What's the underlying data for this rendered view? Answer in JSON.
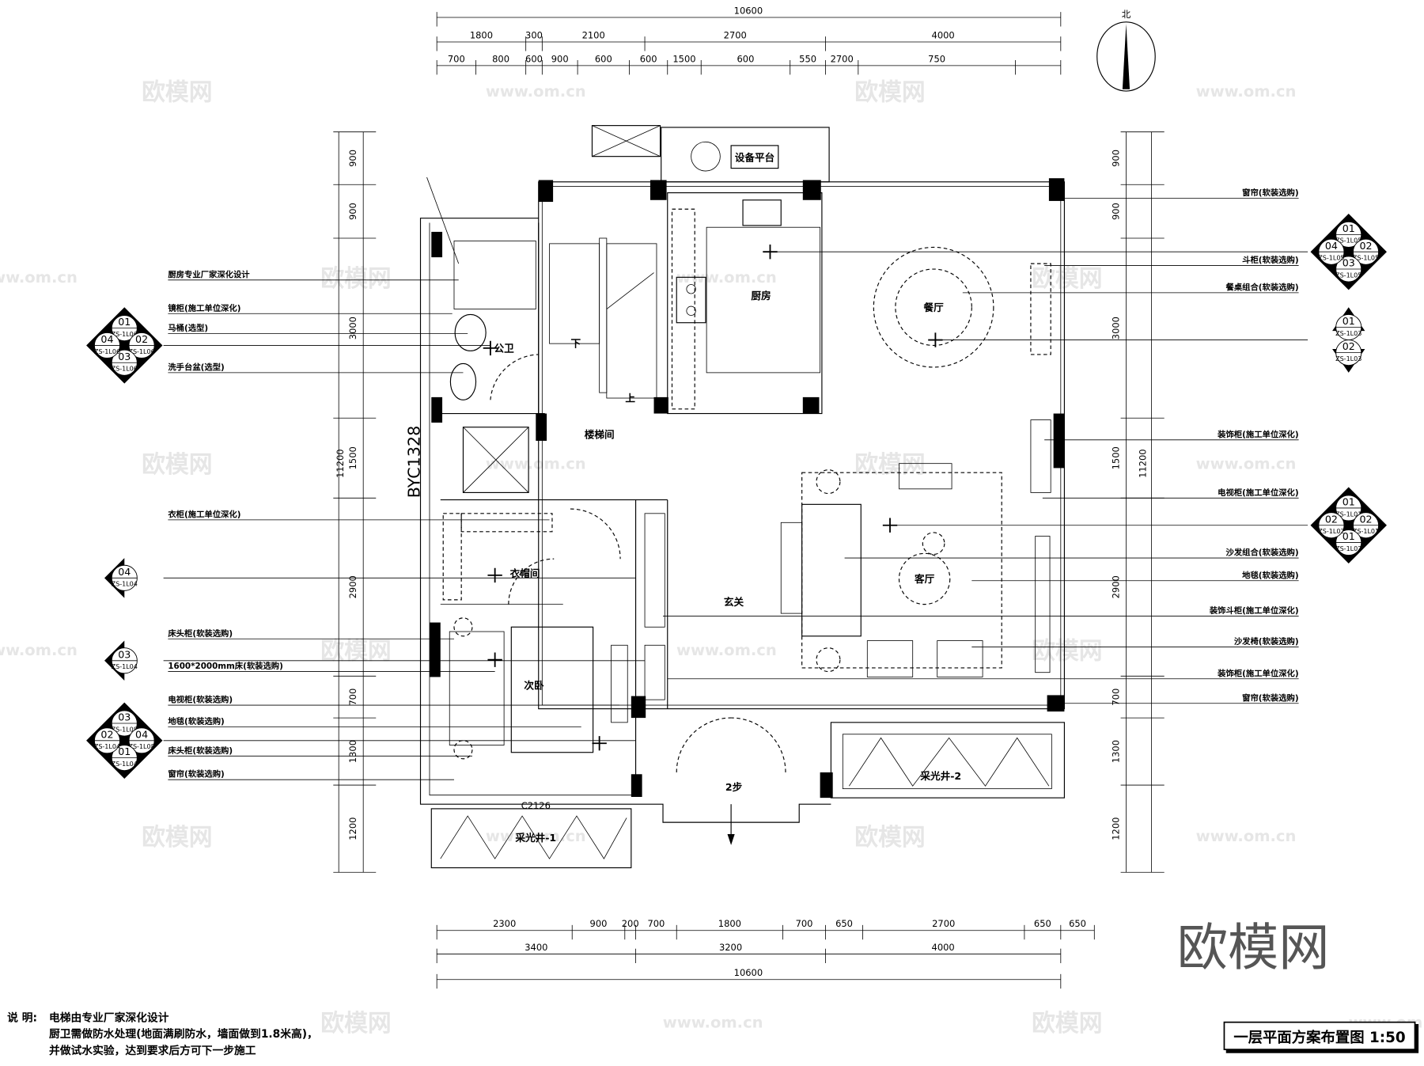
{
  "drawing_title": "一层平面方案布置图 1:50",
  "north_label": "北",
  "watermark": {
    "brand": "欧模网",
    "site": "www.om.cn"
  },
  "notes": {
    "label": "说 明:",
    "lines": [
      "电梯由专业厂家深化设计",
      "厨卫需做防水处理(地面满刷防水，墙面做到1.8米高)，",
      "并做试水实验，达到要求后方可下一步施工"
    ]
  },
  "dimensions": {
    "top_total": "10600",
    "top_row2": [
      "1800",
      "300",
      "2100",
      "2700",
      "4000"
    ],
    "top_row3": [
      "700",
      "800",
      "600",
      "900",
      "600",
      "600",
      "1500",
      "600",
      "550",
      "2700",
      "750"
    ],
    "bottom_row1": [
      "2300",
      "900",
      "200",
      "700",
      "1800",
      "700",
      "650",
      "2700",
      "650",
      "650"
    ],
    "bottom_row2": [
      "3400",
      "3200",
      "4000"
    ],
    "bottom_total": "10600",
    "side": [
      "900",
      "900",
      "3000",
      "1500",
      "2900",
      "700",
      "1300",
      "1200"
    ],
    "side_total": "11200"
  },
  "rooms": {
    "kitchen": "厨房",
    "dining": "餐厅",
    "bathroom": "公卫",
    "stairwell": "楼梯间",
    "cloakroom": "衣帽间",
    "foyer": "玄关",
    "living": "客厅",
    "bedroom": "次卧",
    "equipment": "设备平台",
    "lightwell1": "采光井-1",
    "lightwell2": "采光井-2",
    "steps": "2步",
    "down": "下",
    "up": "上",
    "door_code": "BYC1328",
    "window_code": "C2126"
  },
  "annotations_left": [
    "厨房专业厂家深化设计",
    "镜柜(施工单位深化)",
    "马桶(选型)",
    "洗手台盆(选型)",
    "衣柜(施工单位深化)",
    "床头柜(软装选购)",
    "1600*2000mm床(软装选购)",
    "电视柜(软装选购)",
    "地毯(软装选购)",
    "床头柜(软装选购)",
    "窗帘(软装选购)"
  ],
  "annotations_right": [
    "窗帘(软装选购)",
    "斗柜(软装选购)",
    "餐桌组合(软装选购)",
    "装饰柜(施工单位深化)",
    "电视柜(施工单位深化)",
    "沙发组合(软装选购)",
    "地毯(软装选购)",
    "装饰斗柜(施工单位深化)",
    "沙发椅(软装选购)",
    "装饰柜(施工单位深化)",
    "窗帘(软装选购)"
  ],
  "elevation_symbols": [
    {
      "type": "quad",
      "marks": [
        [
          "01",
          "ZS-1L06"
        ],
        [
          "02",
          "ZS-1L06"
        ],
        [
          "03",
          "ZS-1L06"
        ],
        [
          "04",
          "ZS-1L06"
        ]
      ]
    },
    {
      "type": "single",
      "marks": [
        [
          "04",
          "ZS-1L04"
        ]
      ]
    },
    {
      "type": "single",
      "marks": [
        [
          "03",
          "ZS-1L04"
        ]
      ]
    },
    {
      "type": "quad",
      "marks": [
        [
          "03",
          "ZS-1L08"
        ],
        [
          "04",
          "ZS-1L08"
        ],
        [
          "01",
          "ZS-1L04"
        ],
        [
          "02",
          "ZS-1L04"
        ]
      ]
    },
    {
      "type": "quad",
      "marks": [
        [
          "01",
          "ZS-1L05"
        ],
        [
          "02",
          "ZS-1L05"
        ],
        [
          "03",
          "ZS-1L05"
        ],
        [
          "04",
          "ZS-1L05"
        ]
      ]
    },
    {
      "type": "pair",
      "marks": [
        [
          "01",
          "ZS-1L03"
        ],
        [
          "02",
          "ZS-1L03"
        ]
      ]
    },
    {
      "type": "quad",
      "marks": [
        [
          "01",
          "ZS-1L01"
        ],
        [
          "02",
          "ZS-1L01"
        ],
        [
          "01",
          "ZS-1L02"
        ],
        [
          "02",
          "ZS-1L02"
        ]
      ]
    }
  ]
}
